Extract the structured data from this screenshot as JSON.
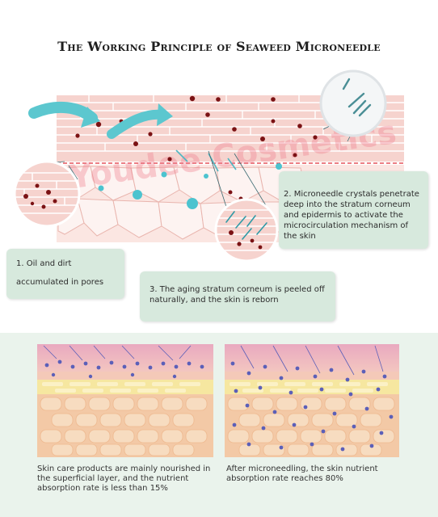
{
  "title": "The Working Principle of Seaweed Microneedle",
  "watermark": "Youdee Cosmetics",
  "callouts": {
    "one": {
      "line1": "1. Oil and dirt",
      "line2": "accumulated in pores"
    },
    "two": {
      "text": "2. Microneedle crystals penetrate deep into the stratum corneum and epidermis to activate the microcirculation mechanism of the skin"
    },
    "three": {
      "text": "3. The aging stratum corneum is peeled off naturally, and the skin is reborn"
    }
  },
  "captions": {
    "left": "Skin care products are mainly nourished in the superficial layer, and the nutrient absorption rate is less than 15%",
    "right": "After microneedling, the skin nutrient absorption rate reaches 80%"
  },
  "colors": {
    "skin_pink": "#f3c9c3",
    "cell_fill": "#fbe9e6",
    "teal_arrow": "#5cc7cf",
    "teal_dot": "#4cc3cf",
    "dirt_dot": "#7b1214",
    "dashed_line": "#e0303a",
    "callout_bg": "#d7e9dd",
    "bottom_bg": "#eaf3ec",
    "nutrient_dot": "#5b5fb8",
    "yellow_band": "#f6e7a0",
    "pore_fill": "#f5d9b8"
  }
}
